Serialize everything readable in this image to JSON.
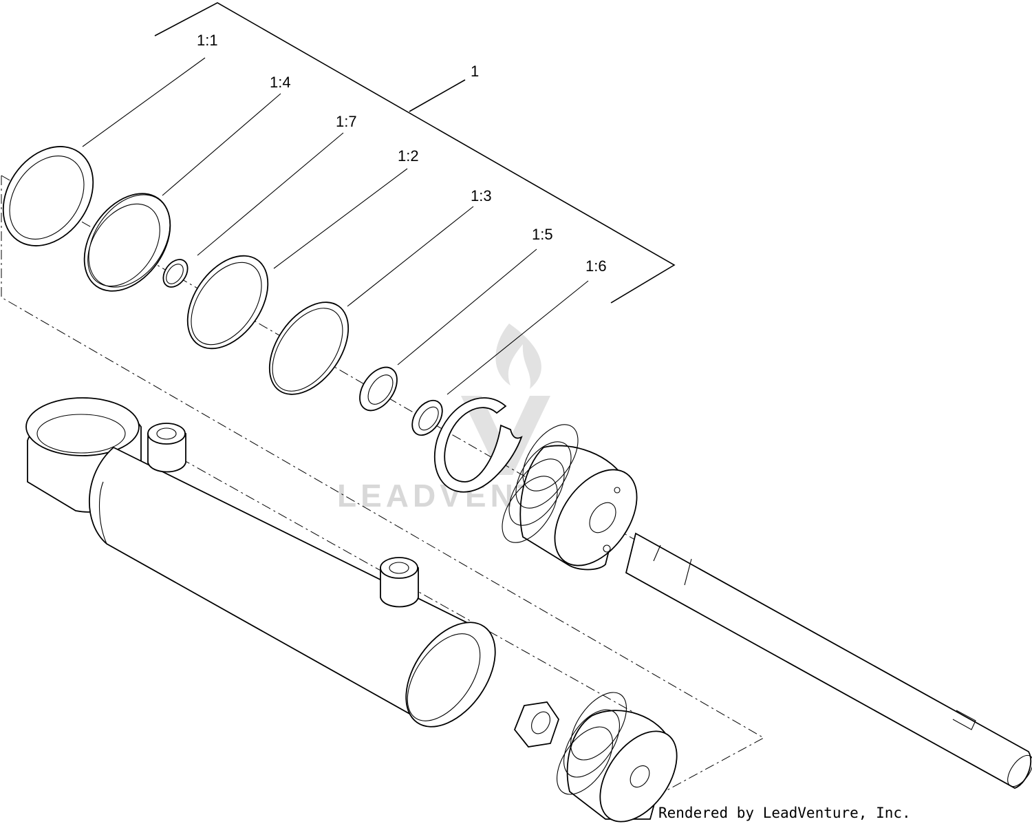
{
  "diagram": {
    "assembly_label": "1",
    "callouts": [
      {
        "id": "1:1",
        "label": "1:1"
      },
      {
        "id": "1:4",
        "label": "1:4"
      },
      {
        "id": "1:7",
        "label": "1:7"
      },
      {
        "id": "1:2",
        "label": "1:2"
      },
      {
        "id": "1:3",
        "label": "1:3"
      },
      {
        "id": "1:5",
        "label": "1:5"
      },
      {
        "id": "1:6",
        "label": "1:6"
      }
    ],
    "watermark": "LEADVENTURE",
    "credit": "Rendered by LeadVenture, Inc."
  }
}
